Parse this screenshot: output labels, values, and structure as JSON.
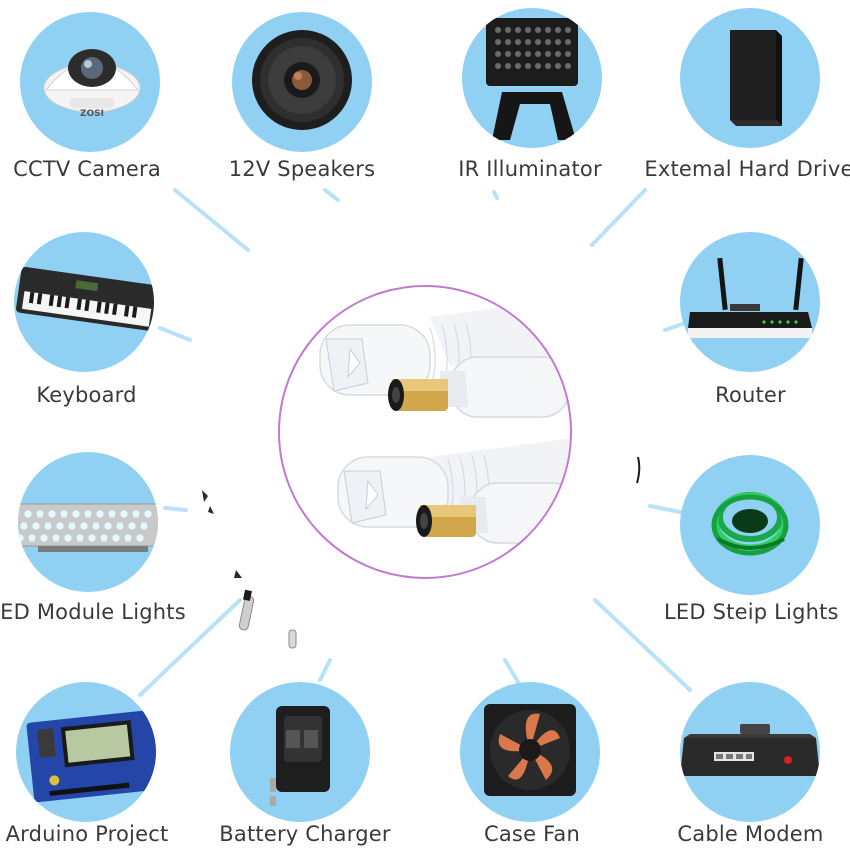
{
  "applications": [
    {
      "label": "CCTV Camera",
      "icon": "cctv-camera-icon"
    },
    {
      "label": "12V Speakers",
      "icon": "speaker-icon"
    },
    {
      "label": "IR Illuminator",
      "icon": "ir-illuminator-icon"
    },
    {
      "label": "Extemal Hard Drive",
      "icon": "hard-drive-icon"
    },
    {
      "label": "Keyboard",
      "icon": "keyboard-icon"
    },
    {
      "label": "Router",
      "icon": "router-icon"
    },
    {
      "label": "ED Module Lights",
      "icon": "led-module-icon"
    },
    {
      "label": "LED Steip Lights",
      "icon": "led-strip-icon"
    },
    {
      "label": "Arduino Project",
      "icon": "arduino-board-icon"
    },
    {
      "label": "Battery Charger",
      "icon": "battery-charger-icon"
    },
    {
      "label": "Case Fan",
      "icon": "case-fan-icon"
    },
    {
      "label": "Cable Modem",
      "icon": "cable-modem-icon"
    }
  ],
  "product": {
    "icon": "dc-power-connector-icon",
    "badge": "ZOSI"
  },
  "colors": {
    "circle": "#8fd0f3",
    "line": "#b8e2f8",
    "ring": "#c07ad0",
    "text": "#3a3a3a"
  }
}
